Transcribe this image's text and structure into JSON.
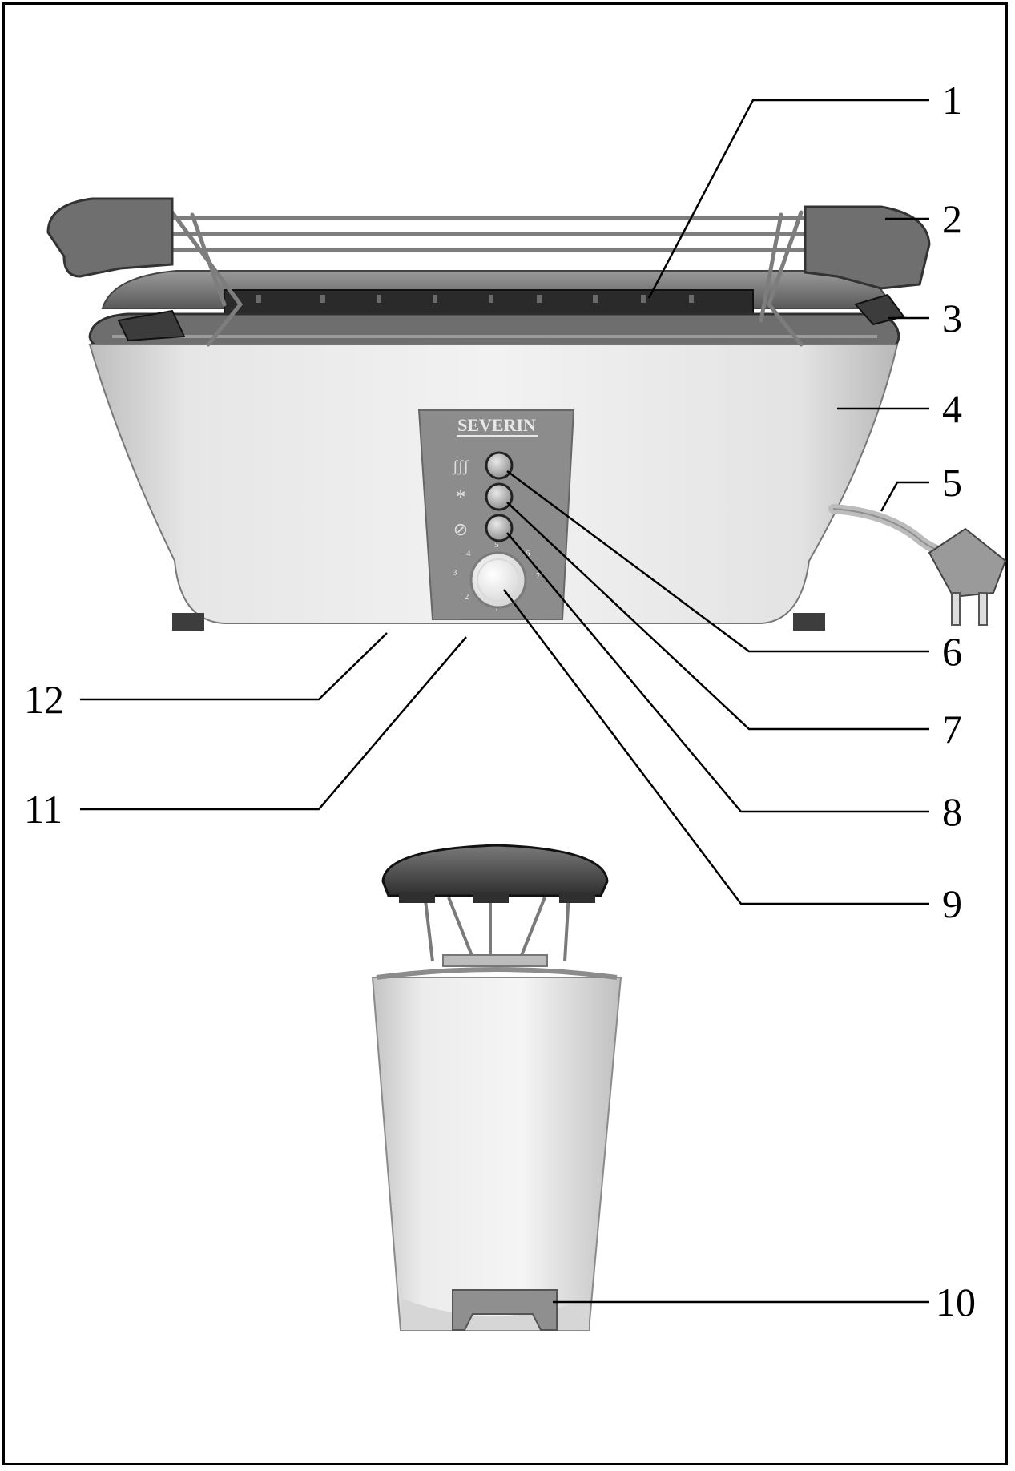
{
  "figure": {
    "brand_text": "SEVERIN",
    "dial_numbers": [
      "1",
      "2",
      "3",
      "4",
      "5",
      "6",
      "7"
    ],
    "button_symbols": [
      "ʃʃʃ",
      "*",
      "⊘"
    ],
    "labels": [
      {
        "id": "1",
        "text": "1"
      },
      {
        "id": "2",
        "text": "2"
      },
      {
        "id": "3",
        "text": "3"
      },
      {
        "id": "4",
        "text": "4"
      },
      {
        "id": "5",
        "text": "5"
      },
      {
        "id": "6",
        "text": "6"
      },
      {
        "id": "7",
        "text": "7"
      },
      {
        "id": "8",
        "text": "8"
      },
      {
        "id": "9",
        "text": "9"
      },
      {
        "id": "10",
        "text": "10"
      },
      {
        "id": "11",
        "text": "11"
      },
      {
        "id": "12",
        "text": "12"
      }
    ]
  }
}
